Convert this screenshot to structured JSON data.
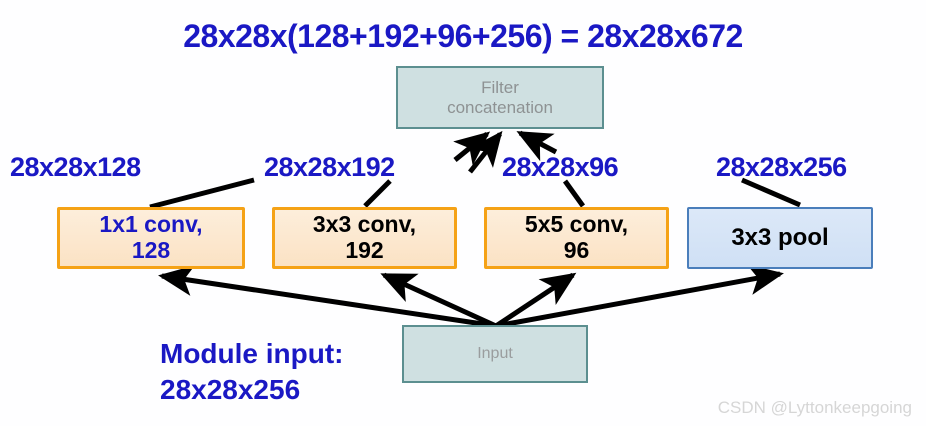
{
  "diagram": {
    "title_equation": "28x28x(128+192+96+256) = 28x28x672",
    "concat_node": {
      "line1": "Filter",
      "line2": "concatenation"
    },
    "input_node": {
      "label": "Input"
    },
    "branches": [
      {
        "id": "conv-1x1",
        "op_line1": "1x1 conv,",
        "op_line2": "128",
        "output_dim": "28x28x128",
        "text_color": "#1a18c4",
        "box_fill": "#fbe2c4",
        "box_border": "#f5a216"
      },
      {
        "id": "conv-3x3",
        "op_line1": "3x3 conv,",
        "op_line2": "192",
        "output_dim": "28x28x192",
        "text_color": "#000000",
        "box_fill": "#fbe2c4",
        "box_border": "#f5a216"
      },
      {
        "id": "conv-5x5",
        "op_line1": "5x5 conv,",
        "op_line2": "96",
        "output_dim": "28x28x96",
        "text_color": "#000000",
        "box_fill": "#fbe2c4",
        "box_border": "#f5a216"
      },
      {
        "id": "pool-3x3",
        "op_line1": "3x3 pool",
        "op_line2": "",
        "output_dim": "28x28x256",
        "text_color": "#000000",
        "box_fill": "#cfe0f5",
        "box_border": "#4a7ebb"
      }
    ],
    "module_caption": {
      "line1": "Module input:",
      "line2": "28x28x256"
    },
    "watermark": "CSDN @Lyttonkeepgoing",
    "colors": {
      "label_blue": "#1a18c4",
      "teal_fill": "#cfe0e1",
      "teal_border": "#5c8f90",
      "orange_border": "#f5a216",
      "blue_border": "#4a7ebb",
      "arrow_black": "#000000",
      "background": "#fefeff"
    }
  }
}
